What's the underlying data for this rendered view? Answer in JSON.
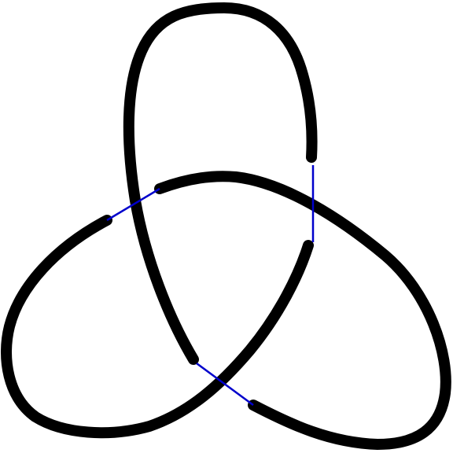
{
  "diagram": {
    "type": "knot-diagram",
    "knot": "trefoil",
    "crossings": 3,
    "arcs": 3,
    "colors": {
      "background": "#ffffff",
      "strand": "#000000",
      "bridge": "#0000cc"
    }
  }
}
